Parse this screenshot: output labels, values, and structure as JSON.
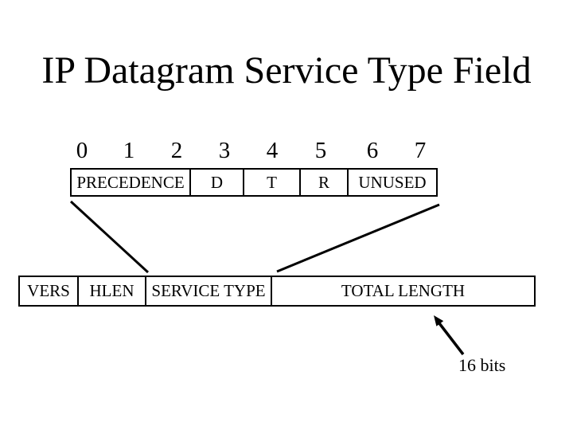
{
  "slide": {
    "title": "IP Datagram Service Type Field",
    "bit_labels": [
      "0",
      "1",
      "2",
      "3",
      "4",
      "5",
      "6",
      "7"
    ],
    "service_type_fields": {
      "cells": [
        "PRECEDENCE",
        "D",
        "T",
        "R",
        "UNUSED"
      ]
    },
    "datagram_header_fields": {
      "cells": [
        "VERS",
        "HLEN",
        "SERVICE TYPE",
        "TOTAL LENGTH"
      ]
    },
    "annotation_label": "16 bits",
    "colors": {
      "background": "#ffffff",
      "foreground": "#000000"
    }
  }
}
